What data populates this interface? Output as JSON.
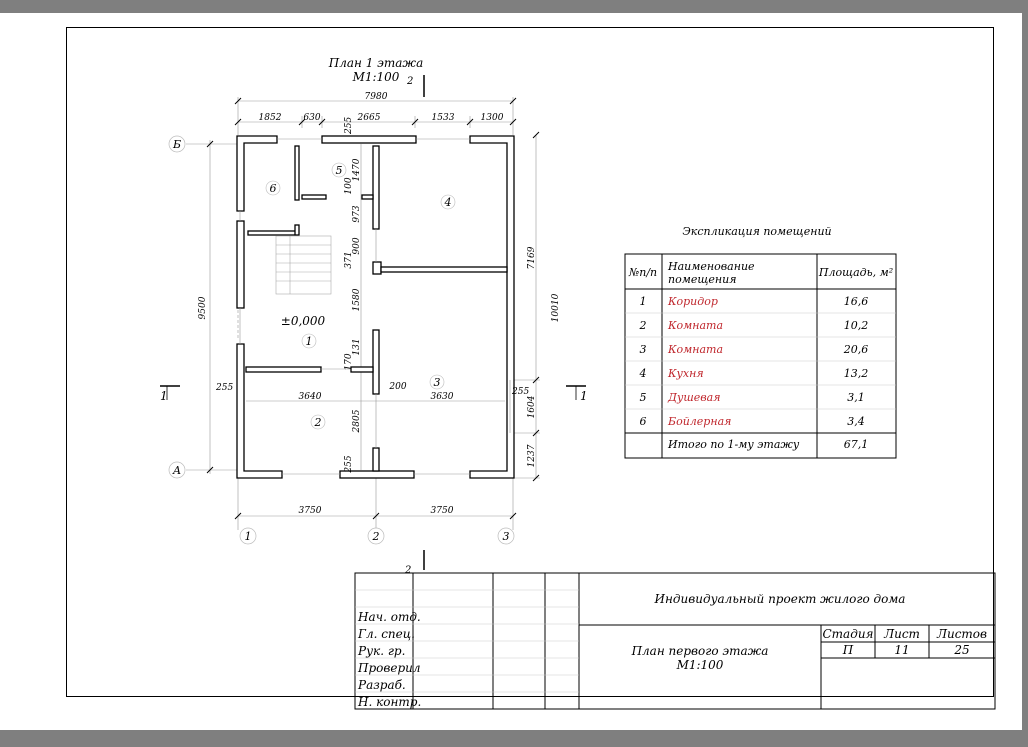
{
  "plan": {
    "title": "План 1 этажа",
    "scale": "М1:100",
    "elevation": "±0,000",
    "axes": {
      "rows": [
        "Б",
        "А"
      ],
      "cols": [
        "1",
        "2",
        "3"
      ]
    },
    "section_mark": "1",
    "section_mark_top": "2",
    "room_numbers": [
      "1",
      "2",
      "3",
      "4",
      "5",
      "6"
    ],
    "dims": {
      "overall_top": "7980",
      "top_chain": [
        "1852",
        "630",
        "2665",
        "1533",
        "1300"
      ],
      "top_255": "255",
      "left_total": "9500",
      "right_total": "10010",
      "right_chain": [
        "7169",
        "1604",
        "1237"
      ],
      "right_255": "255",
      "bottom_chain": [
        "3750",
        "3750"
      ],
      "left_255": "255",
      "inner": [
        "1470",
        "100",
        "973",
        "900",
        "371",
        "1580",
        "131",
        "170",
        "2805",
        "255"
      ],
      "h_inner": [
        "3640",
        "200",
        "3630"
      ]
    }
  },
  "explication": {
    "title": "Экспликация помещений",
    "headers": [
      "№п/п",
      "Наименование помещения",
      "Площадь, м²"
    ],
    "header_name_lines": [
      "Наименование",
      "помещения"
    ],
    "rows": [
      {
        "n": "1",
        "name": "Коридор",
        "area": "16,6"
      },
      {
        "n": "2",
        "name": "Комната",
        "area": "10,2"
      },
      {
        "n": "3",
        "name": "Комната",
        "area": "20,6"
      },
      {
        "n": "4",
        "name": "Кухня",
        "area": "13,2"
      },
      {
        "n": "5",
        "name": "Душевая",
        "area": "3,1"
      },
      {
        "n": "6",
        "name": "Бойлерная",
        "area": "3,4"
      }
    ],
    "total_label": "Итого по 1-му этажу",
    "total_area": "67,1"
  },
  "stamp": {
    "project": "Индивидуальный проект жилого дома",
    "sheet_title": "План первого этажа",
    "sheet_scale": "М1:100",
    "roles": [
      "Нач. отд.",
      "Гл. спец.",
      "Рук. гр.",
      "Проверил",
      "Разраб.",
      "Н. контр."
    ],
    "stage_label": "Стадия",
    "sheet_label": "Лист",
    "sheets_label": "Листов",
    "stage": "П",
    "sheet": "11",
    "sheets": "25"
  },
  "colors": {
    "accent_red": "#c0272d",
    "line": "#000000",
    "grid": "#aaaaaa"
  }
}
